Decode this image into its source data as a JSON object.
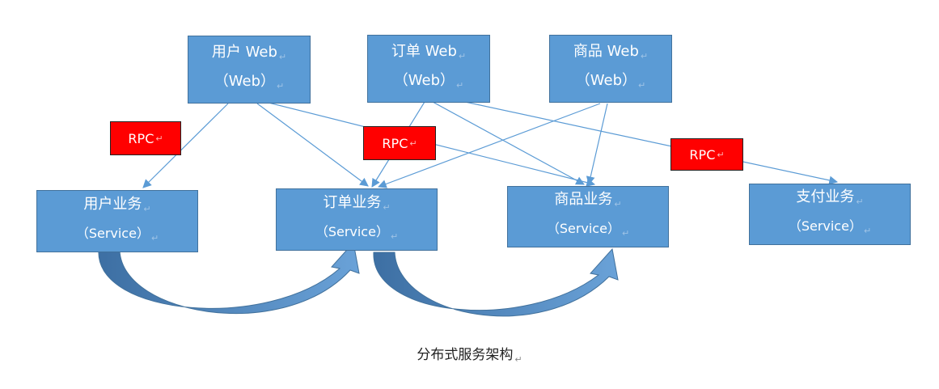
{
  "web_nodes": [
    {
      "id": "user-web",
      "title": "用户 Web",
      "subtitle": "（Web）"
    },
    {
      "id": "order-web",
      "title": "订单 Web",
      "subtitle": "（Web）"
    },
    {
      "id": "goods-web",
      "title": "商品 Web",
      "subtitle": "（Web）"
    }
  ],
  "service_nodes": [
    {
      "id": "user-service",
      "title": "用户业务",
      "subtitle": "（Service）"
    },
    {
      "id": "order-service",
      "title": "订单业务",
      "subtitle": "（Service）"
    },
    {
      "id": "goods-service",
      "title": "商品业务",
      "subtitle": "（Service）"
    },
    {
      "id": "pay-service",
      "title": "支付业务",
      "subtitle": "（Service）"
    }
  ],
  "rpc_labels": [
    "RPC",
    "RPC",
    "RPC"
  ],
  "paragraph_mark": "↵",
  "caption": "分布式服务架构",
  "colors": {
    "node_fill": "#5b9bd5",
    "node_border": "#41719c",
    "rpc_fill": "#ff0000",
    "connector": "#5b9bd5"
  }
}
